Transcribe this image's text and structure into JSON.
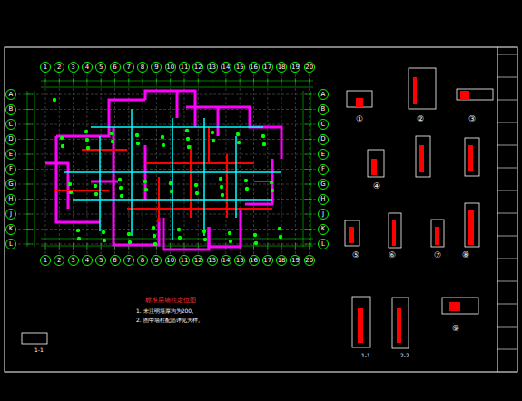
{
  "diagram": {
    "labels": [
      "1",
      "2",
      "3",
      "4",
      "5",
      "6",
      "7",
      "8",
      "9",
      "10",
      "11",
      "12",
      "13",
      "14",
      "15",
      "16",
      "17",
      "18",
      "19",
      "20",
      "1",
      "2",
      "3",
      "4",
      "5",
      "6",
      "7",
      "8",
      "9",
      "10",
      "11",
      "12",
      "13",
      "14",
      "15",
      "16",
      "17",
      "18",
      "19",
      "20",
      "A",
      "B",
      "C",
      "D",
      "E",
      "F",
      "G",
      "H",
      "J",
      "K",
      "L",
      "A",
      "B",
      "C",
      "D",
      "E",
      "F",
      "G",
      "H",
      "J",
      "K",
      "L",
      "①",
      "②",
      "③",
      "④",
      "⑤",
      "⑥",
      "⑦",
      "⑧",
      "⑨",
      "标准层墙柱定位图",
      "1. 未注明墙厚均为200。",
      "2. 图中墙柱配筋详见大样。",
      "1-1",
      "1-1",
      "2-2"
    ]
  }
}
